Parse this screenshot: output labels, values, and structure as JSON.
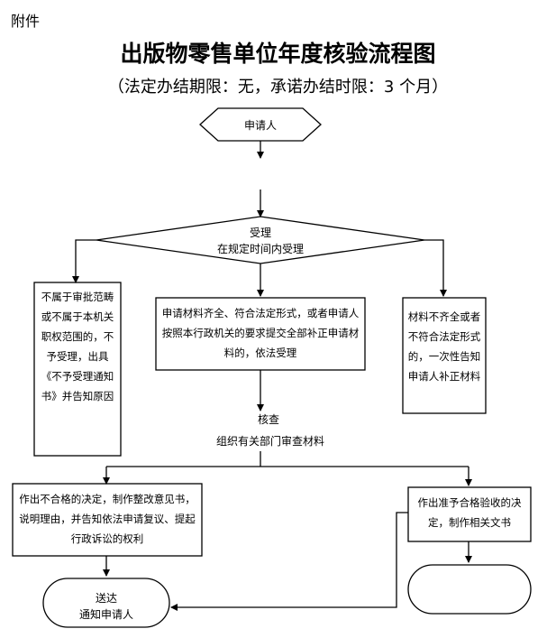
{
  "header": {
    "attachment": "附件",
    "title": "出版物零售单位年度核验流程图",
    "subtitle": "（法定办结期限：无，承诺办结时限：3 个月）"
  },
  "flow": {
    "start": "申请人",
    "accept_title": "受理",
    "accept_sub": "在规定时间内受理",
    "left_box": "不属于审批范畴或不属于本机关职权范围的，不予受理，出具《不予受理通知书》并告知原因",
    "center_box": "申请材料齐全、符合法定形式，或者申请人按照本行政机关的要求提交全部补正申请材料的，依法受理",
    "right_box": "材料不齐全或者不符合法定形式的，一次性告知申请人补正材料",
    "review_title": "核查",
    "review_sub": "组织有关部门审查材料",
    "fail_box": "作出不合格的决定，制作整改意见书，说明理由，并告知依法申请复议、提起行政诉讼的权利",
    "pass_box": "作出准予合格验收的决定，制作相关文书",
    "deliver_title": "送达",
    "deliver_sub": "通知申请人"
  }
}
